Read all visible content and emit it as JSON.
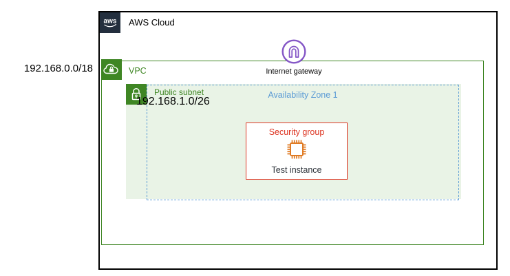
{
  "diagram": {
    "external_cidr": "192.168.0.0/18",
    "aws_cloud": {
      "title": "AWS Cloud",
      "logo_text": "aws"
    },
    "vpc": {
      "title": "VPC"
    },
    "internet_gateway": {
      "label": "Internet gateway"
    },
    "public_subnet": {
      "title": "Public subnet",
      "cidr": "192.168.1.0/26"
    },
    "availability_zone": {
      "title": "Availability Zone 1"
    },
    "security_group": {
      "title": "Security group",
      "instance_label": "Test instance"
    }
  },
  "icons": {
    "aws_logo": "aws-logo-icon",
    "vpc": "vpc-cloud-lock-icon",
    "public_subnet": "lock-icon",
    "internet_gateway": "internet-gateway-arch-icon",
    "instance": "ec2-chip-icon"
  },
  "colors": {
    "outer_border": "#000000",
    "aws_navy": "#232F3E",
    "green": "#3F8624",
    "subnet_fill": "#E9F3E6",
    "az_blue": "#5B9BD5",
    "sg_red": "#DD3522",
    "instance_orange": "#E07B24",
    "igw_purple": "#8456C6",
    "text_dark": "#2b3138"
  }
}
